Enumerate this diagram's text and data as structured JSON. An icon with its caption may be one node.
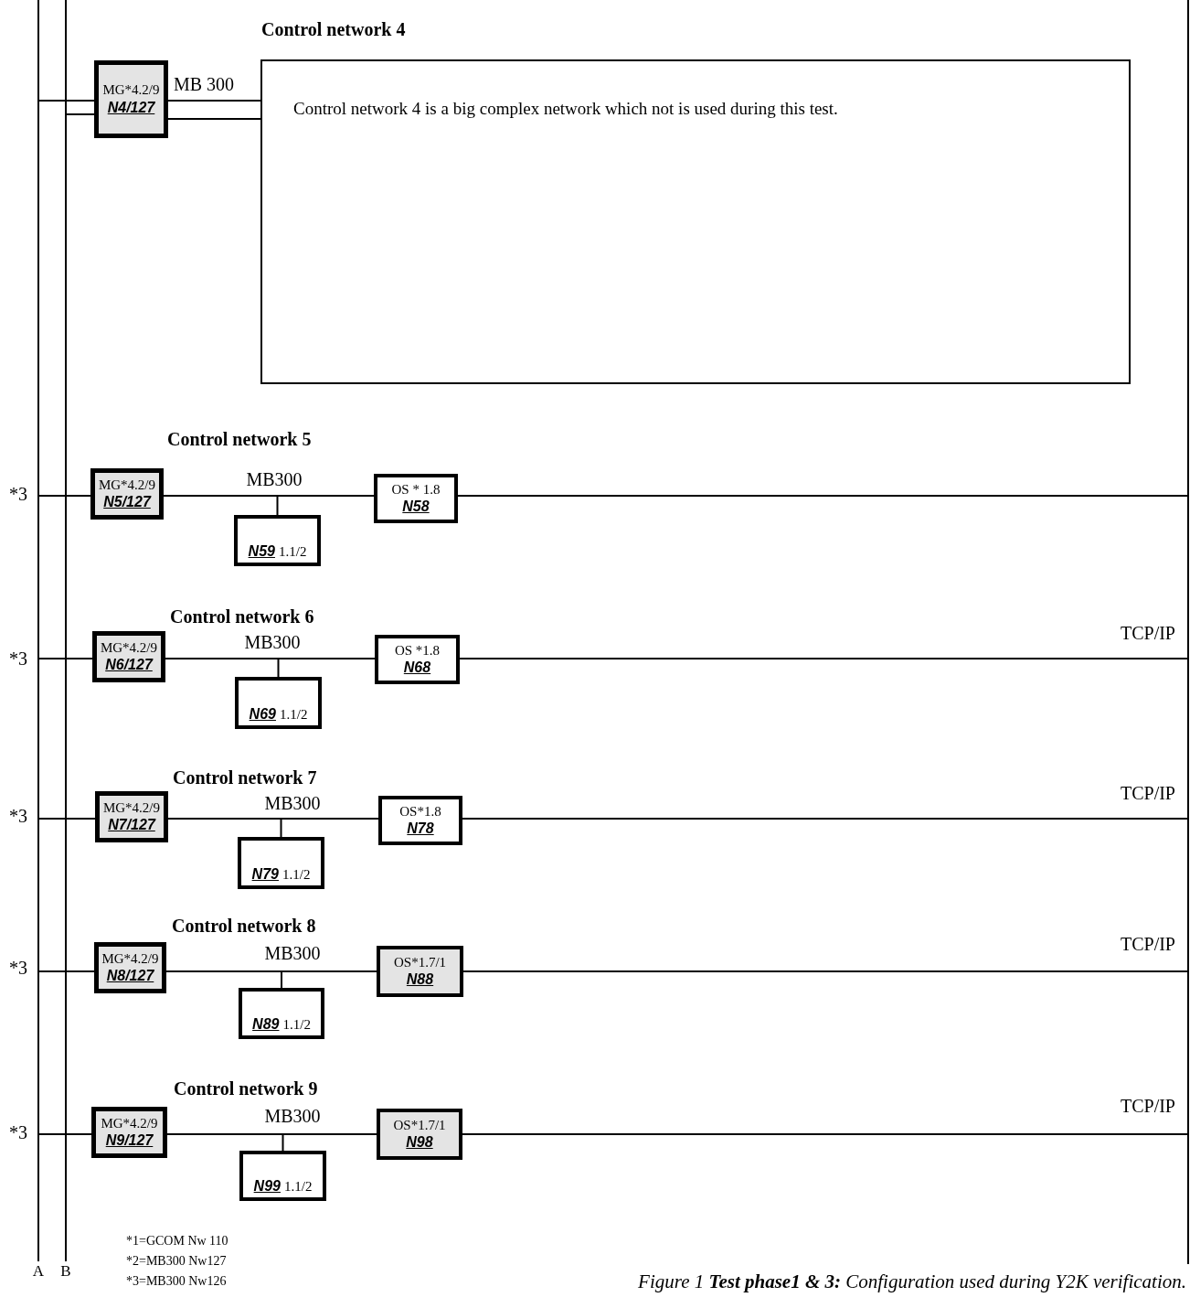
{
  "diagram": {
    "caption": "Figure 1 **Test phase1 & 3:** Configuration used during Y2K verification.",
    "nodes": [
      {
        "text": [
          "A"
        ]
      },
      {
        "text": [
          "B"
        ]
      },
      {
        "text": [],
        "shape": "bar"
      },
      {
        "text": [
          "MG*4.2/9",
          "N4/127"
        ]
      },
      {
        "text": [
          "Control network 4 is a big complex network which not is used during this test."
        ]
      },
      {
        "text": [
          "MG*4.2/9",
          "N5/127"
        ]
      },
      {
        "text": [
          "N59",
          "1.1/2"
        ]
      },
      {
        "text": [
          "OS * 1.8",
          "N58"
        ]
      },
      {
        "text": [
          "MG*4.2/9",
          "N6/127"
        ]
      },
      {
        "text": [
          "N69",
          "1.1/2"
        ]
      },
      {
        "text": [
          "OS *1.8",
          "N68"
        ]
      },
      {
        "text": [
          "MG*4.2/9",
          "N7/127"
        ]
      },
      {
        "text": [
          "N79",
          "1.1/2"
        ]
      },
      {
        "text": [
          "OS*1.8",
          "N78"
        ]
      },
      {
        "text": [
          "MG*4.2/9",
          "N8/127"
        ]
      },
      {
        "text": [
          "N89",
          "1.1/2"
        ]
      },
      {
        "text": [
          "OS*1.7/1",
          "N88"
        ]
      },
      {
        "text": [
          "MG*4.2/9",
          "N9/127"
        ]
      },
      {
        "text": [
          "N99",
          "1.1/2"
        ]
      },
      {
        "text": [
          "OS*1.7/1",
          "N98"
        ]
      }
    ],
    "edges": [
      {
        "from": 0,
        "to": 3,
        "arrow": "none"
      },
      {
        "from": 1,
        "to": 3,
        "arrow": "none"
      },
      {
        "from": 3,
        "to": 4,
        "arrow": "none",
        "label": "MB 300"
      },
      {
        "from": 3,
        "to": 4,
        "arrow": "none"
      },
      {
        "from": 0,
        "to": 5,
        "arrow": "none"
      },
      {
        "from": 1,
        "to": 5,
        "arrow": "none"
      },
      {
        "from": 5,
        "to": 7,
        "arrow": "none",
        "label": "MB300"
      },
      {
        "from": 5,
        "to": 6,
        "arrow": "none"
      },
      {
        "from": 7,
        "to": 2,
        "arrow": "none"
      },
      {
        "from": 0,
        "to": 8,
        "arrow": "none"
      },
      {
        "from": 1,
        "to": 8,
        "arrow": "none"
      },
      {
        "from": 8,
        "to": 10,
        "arrow": "none",
        "label": "MB300"
      },
      {
        "from": 8,
        "to": 9,
        "arrow": "none"
      },
      {
        "from": 10,
        "to": 2,
        "arrow": "none",
        "label": "TCP/IP"
      },
      {
        "from": 0,
        "to": 11,
        "arrow": "none"
      },
      {
        "from": 1,
        "to": 11,
        "arrow": "none"
      },
      {
        "from": 11,
        "to": 13,
        "arrow": "none",
        "label": "MB300"
      },
      {
        "from": 11,
        "to": 12,
        "arrow": "none"
      },
      {
        "from": 13,
        "to": 2,
        "arrow": "none",
        "label": "TCP/IP"
      },
      {
        "from": 0,
        "to": 14,
        "arrow": "none"
      },
      {
        "from": 1,
        "to": 14,
        "arrow": "none"
      },
      {
        "from": 14,
        "to": 16,
        "arrow": "none",
        "label": "MB300"
      },
      {
        "from": 14,
        "to": 15,
        "arrow": "none"
      },
      {
        "from": 16,
        "to": 2,
        "arrow": "none",
        "label": "TCP/IP"
      },
      {
        "from": 0,
        "to": 17,
        "arrow": "none"
      },
      {
        "from": 1,
        "to": 17,
        "arrow": "none"
      },
      {
        "from": 17,
        "to": 19,
        "arrow": "none",
        "label": "MB300"
      },
      {
        "from": 17,
        "to": 18,
        "arrow": "none"
      },
      {
        "from": 19,
        "to": 2,
        "arrow": "none",
        "label": "TCP/IP"
      }
    ],
    "labels": [
      "Control network 4",
      "Control network 5",
      "*3",
      "Control network 6",
      "*3",
      "Control network 7",
      "*3",
      "Control network 8",
      "*3",
      "Control network 9",
      "*3",
      "*1=GCOM Nw 110",
      "*2=MB300 Nw127",
      "*3=MB300 Nw126"
    ]
  }
}
